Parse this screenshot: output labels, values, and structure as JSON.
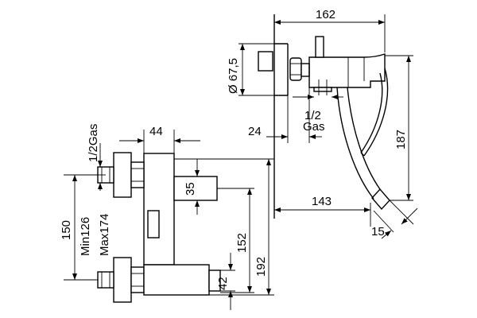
{
  "dimensions": {
    "d162": "162",
    "d67": "Ø 67,5",
    "d24": "24",
    "d12gas_top": "1/2",
    "d12gas_bot": "Gas",
    "d187": "187",
    "d143": "143",
    "d15": "15",
    "d44": "44",
    "d12gas_v": "1/2Gas",
    "d35": "35",
    "d150": "150",
    "dmin": "Min126",
    "dmax": "Max174",
    "d152": "152",
    "d192": "192",
    "d42": "42"
  }
}
